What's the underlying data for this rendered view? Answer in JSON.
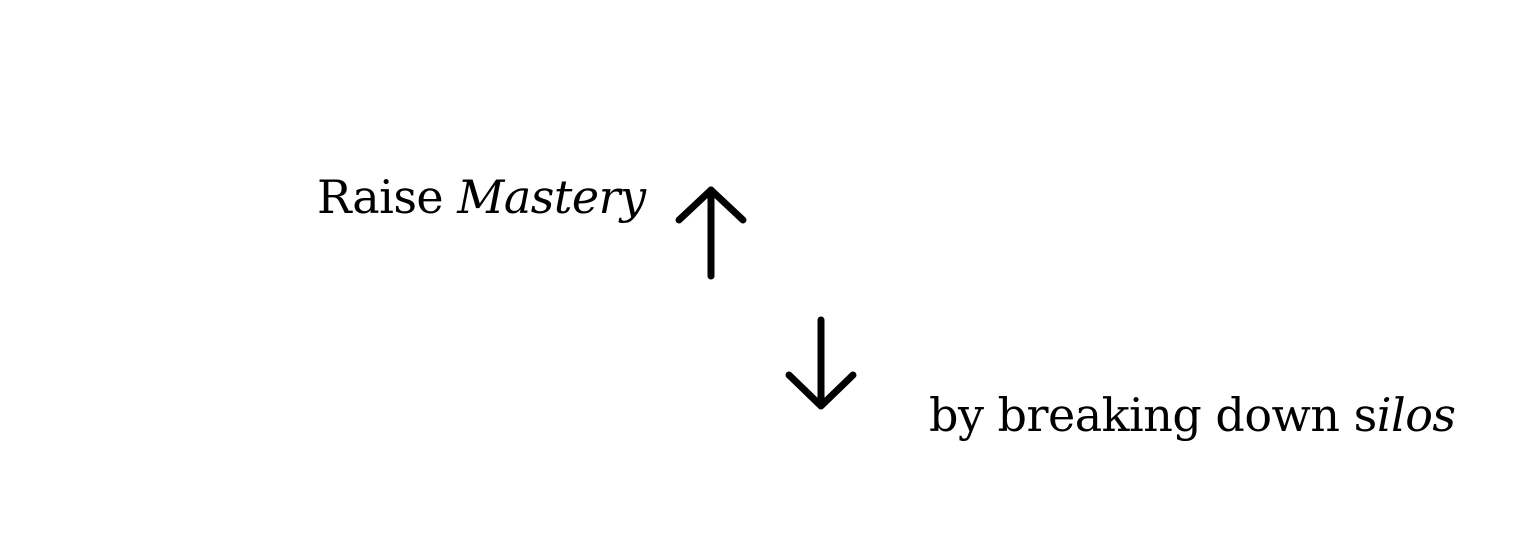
{
  "line_1": {
    "plain": "Raise ",
    "italic": "Mastery"
  },
  "line_2": {
    "plain": "by breaking down s",
    "italic": "ilos"
  },
  "icons": {
    "up": "arrow-up-icon",
    "down": "arrow-down-icon"
  },
  "colors": {
    "text": "#000000",
    "background": "#ffffff"
  }
}
